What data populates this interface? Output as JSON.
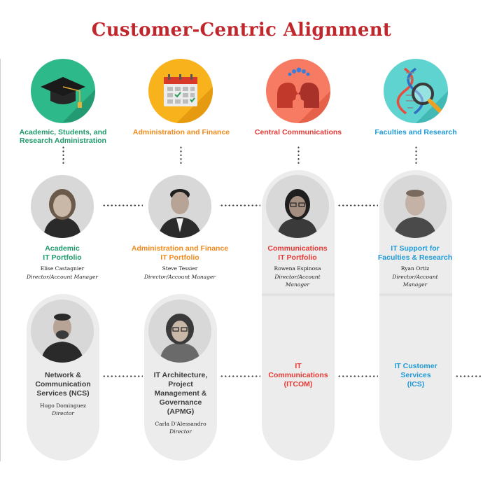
{
  "title": "Customer-Centric Alignment",
  "colors": {
    "title": "#c0272d",
    "green": "#1e9a6b",
    "orange": "#f08a1c",
    "red": "#e53935",
    "blue": "#1e9ad6",
    "dark": "#3c3c3c"
  },
  "categories": [
    {
      "label": "Academic, Students, and Research Administration",
      "icon": "graduation-cap-icon"
    },
    {
      "label": "Administration and Finance",
      "icon": "calendar-icon"
    },
    {
      "label": "Central Communications",
      "icon": "conversation-heads-icon"
    },
    {
      "label": "Faculties and Research",
      "icon": "dna-magnifier-icon"
    }
  ],
  "portfolios": [
    {
      "label": "Academic\nIT Portfolio",
      "name": "Elise Castagnier",
      "role": "Director/Account Manager"
    },
    {
      "label": "Administration and Finance\nIT Portfolio",
      "name": "Steve Tessier",
      "role": "Director/Account Manager"
    },
    {
      "label": "Communications\nIT Portfolio",
      "name": "Rowena Espinosa",
      "role": "Director/Account\nManager"
    },
    {
      "label": "IT Support for\nFaculties & Research",
      "name": "Ryan Ortiz",
      "role": "Director/Account\nManager"
    }
  ],
  "units": [
    {
      "label": "Network &\nCommunication\nServices (NCS)",
      "name": "Hugo Dominguez",
      "role": "Director"
    },
    {
      "label": "IT Architecture,\nProject\nManagement &\nGovernance\n(APMG)",
      "name": "Carla D'Alessandro",
      "role": "Director"
    },
    {
      "label": "IT\nCommunications\n(ITCOM)"
    },
    {
      "label": "IT Customer\nServices\n(ICS)"
    }
  ]
}
